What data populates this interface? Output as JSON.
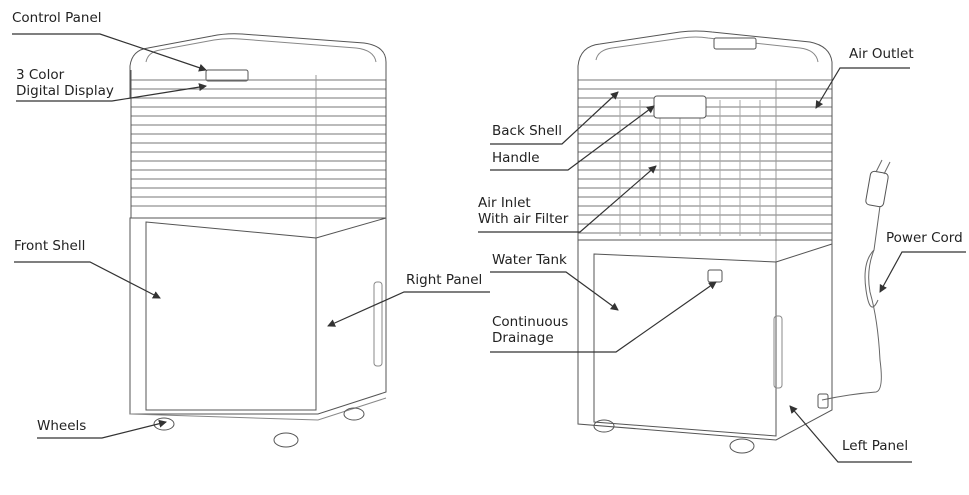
{
  "diagram": {
    "labels": {
      "control_panel": "Control Panel",
      "color_display_1": "3 Color",
      "color_display_2": "Digital Display",
      "front_shell": "Front Shell",
      "right_panel": "Right Panel",
      "wheels": "Wheels",
      "air_outlet": "Air Outlet",
      "back_shell": "Back Shell",
      "handle": "Handle",
      "air_inlet_1": "Air Inlet",
      "air_inlet_2": "With air Filter",
      "power_cord": "Power Cord",
      "water_tank": "Water Tank",
      "continuous_1": "Continuous",
      "continuous_2": "Drainage",
      "left_panel": "Left Panel"
    }
  }
}
